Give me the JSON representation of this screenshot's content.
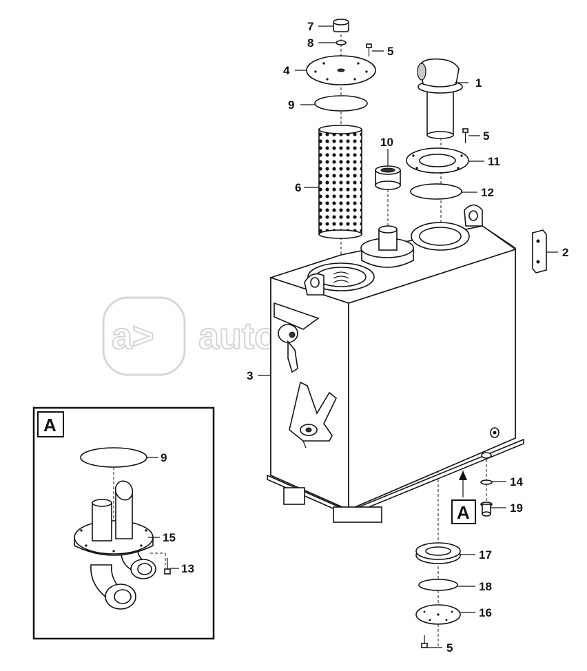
{
  "watermark": {
    "text": "autopiter.ru",
    "logo_glyph": "a>"
  },
  "detail": {
    "label": "A",
    "view_marker": "A"
  },
  "callouts": {
    "c1": "1",
    "c2": "2",
    "c3": "3",
    "c4": "4",
    "c5a": "5",
    "c5b": "5",
    "c5c": "5",
    "c6": "6",
    "c7": "7",
    "c8": "8",
    "c9": "9",
    "c9b": "9",
    "c10": "10",
    "c11": "11",
    "c12": "12",
    "c13": "13",
    "c14": "14",
    "c15": "15",
    "c16": "16",
    "c17": "17",
    "c18": "18",
    "c19": "19"
  }
}
